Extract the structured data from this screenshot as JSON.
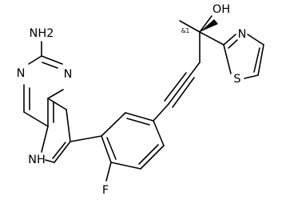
{
  "diagram": {
    "type": "chemical-structure",
    "atoms": {
      "amine": "NH2",
      "pyrimidine_n_top": "N",
      "pyrimidine_n_right": "N",
      "pyrrole_nh": "NH",
      "hydroxyl": "OH",
      "stereo_descriptor": "&1",
      "thiazole_n": "N",
      "thiazole_s": "S",
      "fluorine": "F"
    },
    "colors": {
      "bond": "#000000",
      "text": "#000000",
      "background": "#ffffff"
    }
  }
}
